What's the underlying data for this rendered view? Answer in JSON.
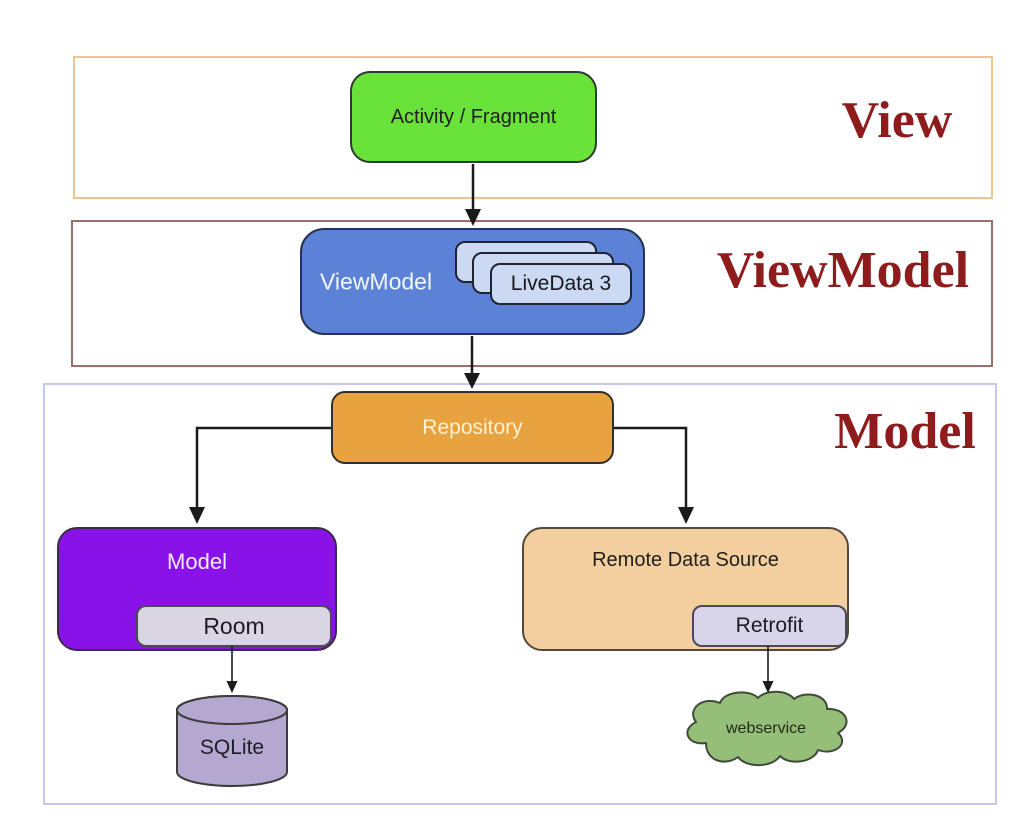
{
  "sections": {
    "view": {
      "label": "View"
    },
    "viewmodel": {
      "label": "ViewModel"
    },
    "model": {
      "label": "Model"
    }
  },
  "nodes": {
    "activity_fragment": {
      "label": "Activity / Fragment"
    },
    "viewmodel": {
      "label": "ViewModel"
    },
    "livedata": {
      "label": "LiveData 3"
    },
    "repository": {
      "label": "Repository"
    },
    "model": {
      "label": "Model"
    },
    "room": {
      "label": "Room"
    },
    "remote_data_source": {
      "label": "Remote Data Source"
    },
    "retrofit": {
      "label": "Retrofit"
    },
    "sqlite": {
      "label": "SQLite"
    },
    "webservice": {
      "label": "webservice"
    }
  },
  "colors": {
    "section_label": "#8e1c1c",
    "view_frame_border": "#eec492",
    "viewmodel_frame_border": "#9a6e6e",
    "model_frame_border": "#c6c6ee",
    "activity_fragment_fill": "#69e339",
    "viewmodel_fill": "#5b82d6",
    "livedata_fill": "#ccd9f2",
    "repository_fill": "#e9a240",
    "repository_text": "#fbf3cd",
    "model_fill": "#8912e9",
    "room_fill": "#d9d5e3",
    "remote_data_source_fill": "#f3cfa0",
    "retrofit_fill": "#d8d4ea",
    "sqlite_fill": "#b5a8d0",
    "webservice_fill": "#95bf79",
    "arrow": "#1a1a1a"
  }
}
